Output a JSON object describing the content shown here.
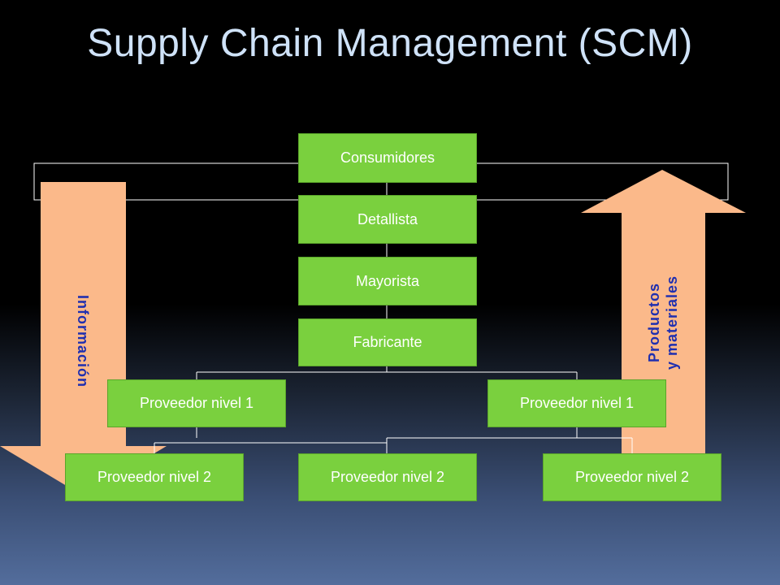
{
  "title": "Supply Chain Management (SCM)",
  "arrows": {
    "left_label": "Información",
    "right_label_line1": "Productos",
    "right_label_line2": "y materiales"
  },
  "nodes": {
    "consumidores": "Consumidores",
    "detallista": "Detallista",
    "mayorista": "Mayorista",
    "fabricante": "Fabricante",
    "proveedor_n1_left": "Proveedor nivel 1",
    "proveedor_n1_right": "Proveedor nivel 1",
    "proveedor_n2_left": "Proveedor nivel 2",
    "proveedor_n2_center": "Proveedor nivel 2",
    "proveedor_n2_right": "Proveedor nivel 2"
  },
  "colors": {
    "node_fill": "#7ad03e",
    "arrow_fill": "#fbb98a",
    "arrow_label": "#1f2fb0",
    "title": "#cfe2f8",
    "connector": "#ffffff"
  }
}
